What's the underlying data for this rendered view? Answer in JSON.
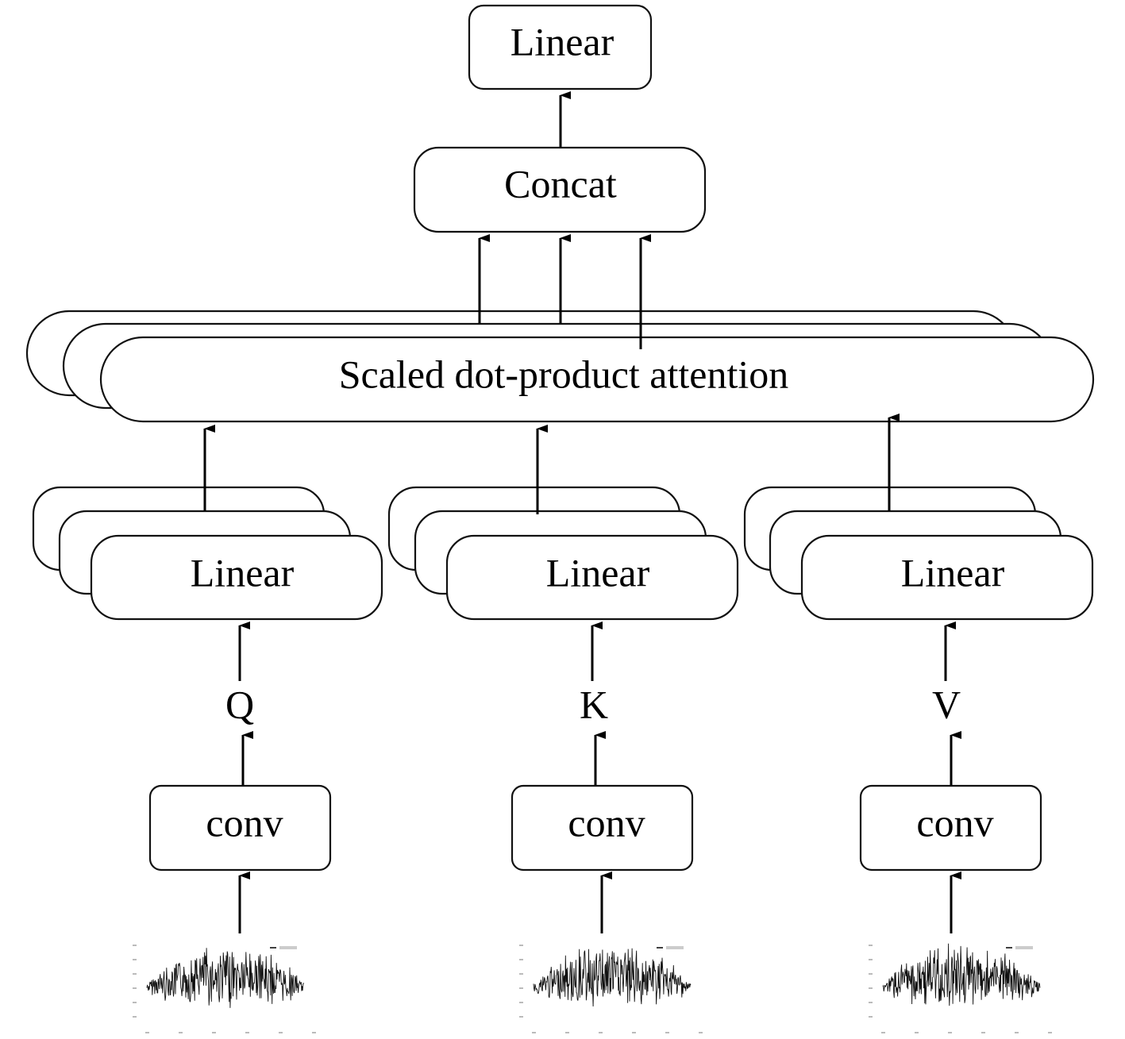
{
  "diagram": {
    "title": "Multi-head attention with convolutional feature extraction",
    "output_linear": {
      "label": "Linear"
    },
    "concat": {
      "label": "Concat"
    },
    "attention": {
      "label": "Scaled dot-product attention",
      "heads": 3
    },
    "branches": [
      {
        "id": "q",
        "linear_label": "Linear",
        "symbol": "Q",
        "conv_label": "conv",
        "input": "signal waveform plot"
      },
      {
        "id": "k",
        "linear_label": "Linear",
        "symbol": "K",
        "conv_label": "conv",
        "input": "signal waveform plot"
      },
      {
        "id": "v",
        "linear_label": "Linear",
        "symbol": "V",
        "conv_label": "conv",
        "input": "signal waveform plot"
      }
    ],
    "edges": [
      {
        "from": "input-q",
        "to": "conv-q"
      },
      {
        "from": "conv-q",
        "to": "Q"
      },
      {
        "from": "Q",
        "to": "linear-q"
      },
      {
        "from": "input-k",
        "to": "conv-k"
      },
      {
        "from": "conv-k",
        "to": "K"
      },
      {
        "from": "K",
        "to": "linear-k"
      },
      {
        "from": "input-v",
        "to": "conv-v"
      },
      {
        "from": "conv-v",
        "to": "V"
      },
      {
        "from": "V",
        "to": "linear-v"
      },
      {
        "from": "linear-q",
        "to": "attention"
      },
      {
        "from": "linear-k",
        "to": "attention"
      },
      {
        "from": "linear-v",
        "to": "attention"
      },
      {
        "from": "attention-head-1",
        "to": "concat"
      },
      {
        "from": "attention-head-2",
        "to": "concat"
      },
      {
        "from": "attention-head-3",
        "to": "concat"
      },
      {
        "from": "concat",
        "to": "output-linear"
      }
    ]
  }
}
